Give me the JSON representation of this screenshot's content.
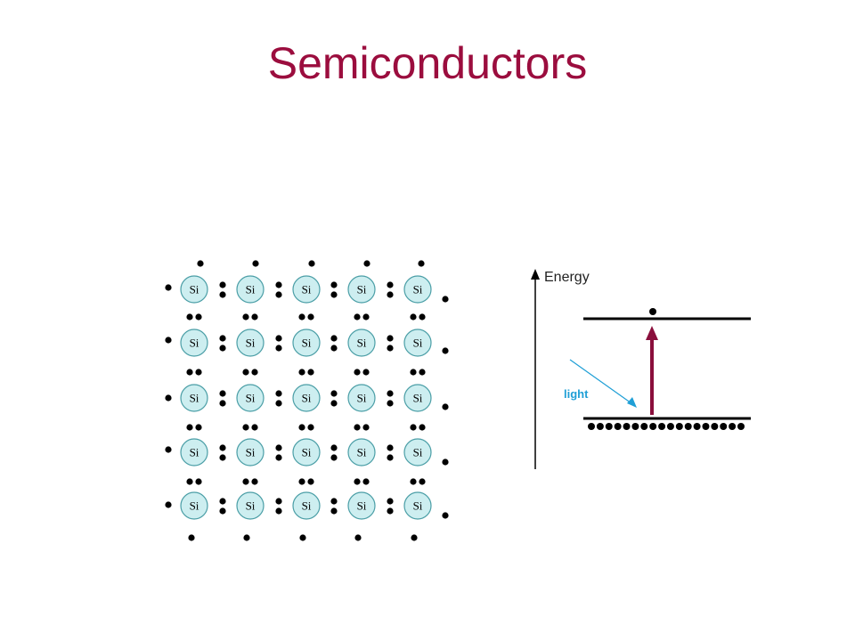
{
  "slide": {
    "title": "Semiconductors",
    "title_color": "#9b0d3e"
  },
  "lattice": {
    "atom_label": "Si",
    "rows": 5,
    "cols": 5,
    "atom_fill": "#cdeef0",
    "atom_stroke": "#4a9ea6"
  },
  "band_diagram": {
    "axis_label": "Energy",
    "light_label": "light",
    "light_color": "#1f9fd6",
    "excitation_arrow_color": "#8a0f3c",
    "valence_band_electrons": 18,
    "conduction_band_electrons": 1
  }
}
